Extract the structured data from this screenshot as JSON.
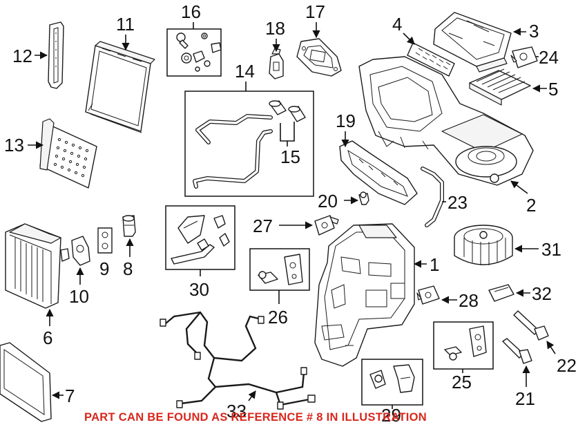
{
  "diagram": {
    "callouts": {
      "c1": "1",
      "c2": "2",
      "c3": "3",
      "c4": "4",
      "c5": "5",
      "c6": "6",
      "c7": "7",
      "c8": "8",
      "c9": "9",
      "c10": "10",
      "c11": "11",
      "c12": "12",
      "c13": "13",
      "c14": "14",
      "c15": "15",
      "c16": "16",
      "c17": "17",
      "c18": "18",
      "c19": "19",
      "c20": "20",
      "c21": "21",
      "c22": "22",
      "c23": "23",
      "c24": "24",
      "c25": "25",
      "c26": "26",
      "c27": "27",
      "c28": "28",
      "c29": "29",
      "c30": "30",
      "c31": "31",
      "c32": "32",
      "c33": "33"
    },
    "note": "PART CAN BE FOUND AS REFERENCE # 8 IN ILLUSTRATION",
    "note_color": "#d9261c"
  }
}
